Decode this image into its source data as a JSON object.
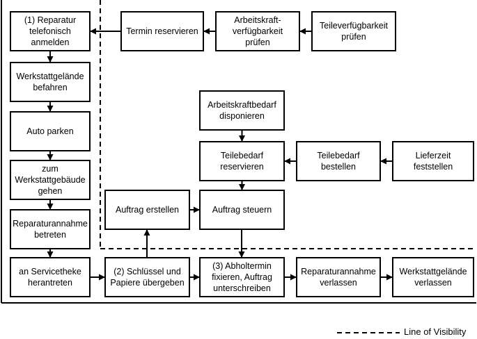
{
  "nodes": [
    {
      "id": "n1",
      "label": "(1) Reparatur\ntelefonisch\nanmelden"
    },
    {
      "id": "n2",
      "label": "Termin reservieren"
    },
    {
      "id": "n3",
      "label": "Arbeitskraft-\nverfügbarkeit\nprüfen"
    },
    {
      "id": "n4",
      "label": "Teileverfügbarkeit\nprüfen"
    },
    {
      "id": "n5",
      "label": "Werkstattgelände\nbefahren"
    },
    {
      "id": "n6",
      "label": "Auto parken"
    },
    {
      "id": "n7",
      "label": "zum\nWerkstattgebäude\ngehen"
    },
    {
      "id": "n8",
      "label": "Reparaturannahme\nbetreten"
    },
    {
      "id": "n9",
      "label": "Arbeitskraftbedarf\ndisponieren"
    },
    {
      "id": "n10",
      "label": "Teilebedarf\nreservieren"
    },
    {
      "id": "n11",
      "label": "Teilebedarf\nbestellen"
    },
    {
      "id": "n12",
      "label": "Lieferzeit\nfeststellen"
    },
    {
      "id": "n13",
      "label": "Auftrag erstellen"
    },
    {
      "id": "n14",
      "label": "Auftrag steuern"
    },
    {
      "id": "n15",
      "label": "an Servicetheke\nherantreten"
    },
    {
      "id": "n16",
      "label": "(2) Schlüssel und\nPapiere übergeben"
    },
    {
      "id": "n17",
      "label": "(3) Abholtermin\nfixieren, Auftrag\nunterschreiben"
    },
    {
      "id": "n18",
      "label": "Reparaturannahme\nverlassen"
    },
    {
      "id": "n19",
      "label": "Werkstattgelände\nverlassen"
    }
  ],
  "edges": [
    {
      "from": "n4",
      "to": "n3"
    },
    {
      "from": "n3",
      "to": "n2"
    },
    {
      "from": "n2",
      "to": "n1"
    },
    {
      "from": "n1",
      "to": "n5"
    },
    {
      "from": "n5",
      "to": "n6"
    },
    {
      "from": "n6",
      "to": "n7"
    },
    {
      "from": "n7",
      "to": "n8"
    },
    {
      "from": "n8",
      "to": "n15"
    },
    {
      "from": "n15",
      "to": "n16"
    },
    {
      "from": "n16",
      "to": "n17"
    },
    {
      "from": "n17",
      "to": "n18"
    },
    {
      "from": "n18",
      "to": "n19"
    },
    {
      "from": "n16",
      "to": "n13"
    },
    {
      "from": "n13",
      "to": "n14"
    },
    {
      "from": "n9",
      "to": "n10"
    },
    {
      "from": "n12",
      "to": "n11"
    },
    {
      "from": "n11",
      "to": "n10"
    },
    {
      "from": "n10",
      "to": "n14"
    },
    {
      "from": "n14",
      "to": "n17"
    }
  ],
  "legend": {
    "label": "Line of Visibility"
  }
}
